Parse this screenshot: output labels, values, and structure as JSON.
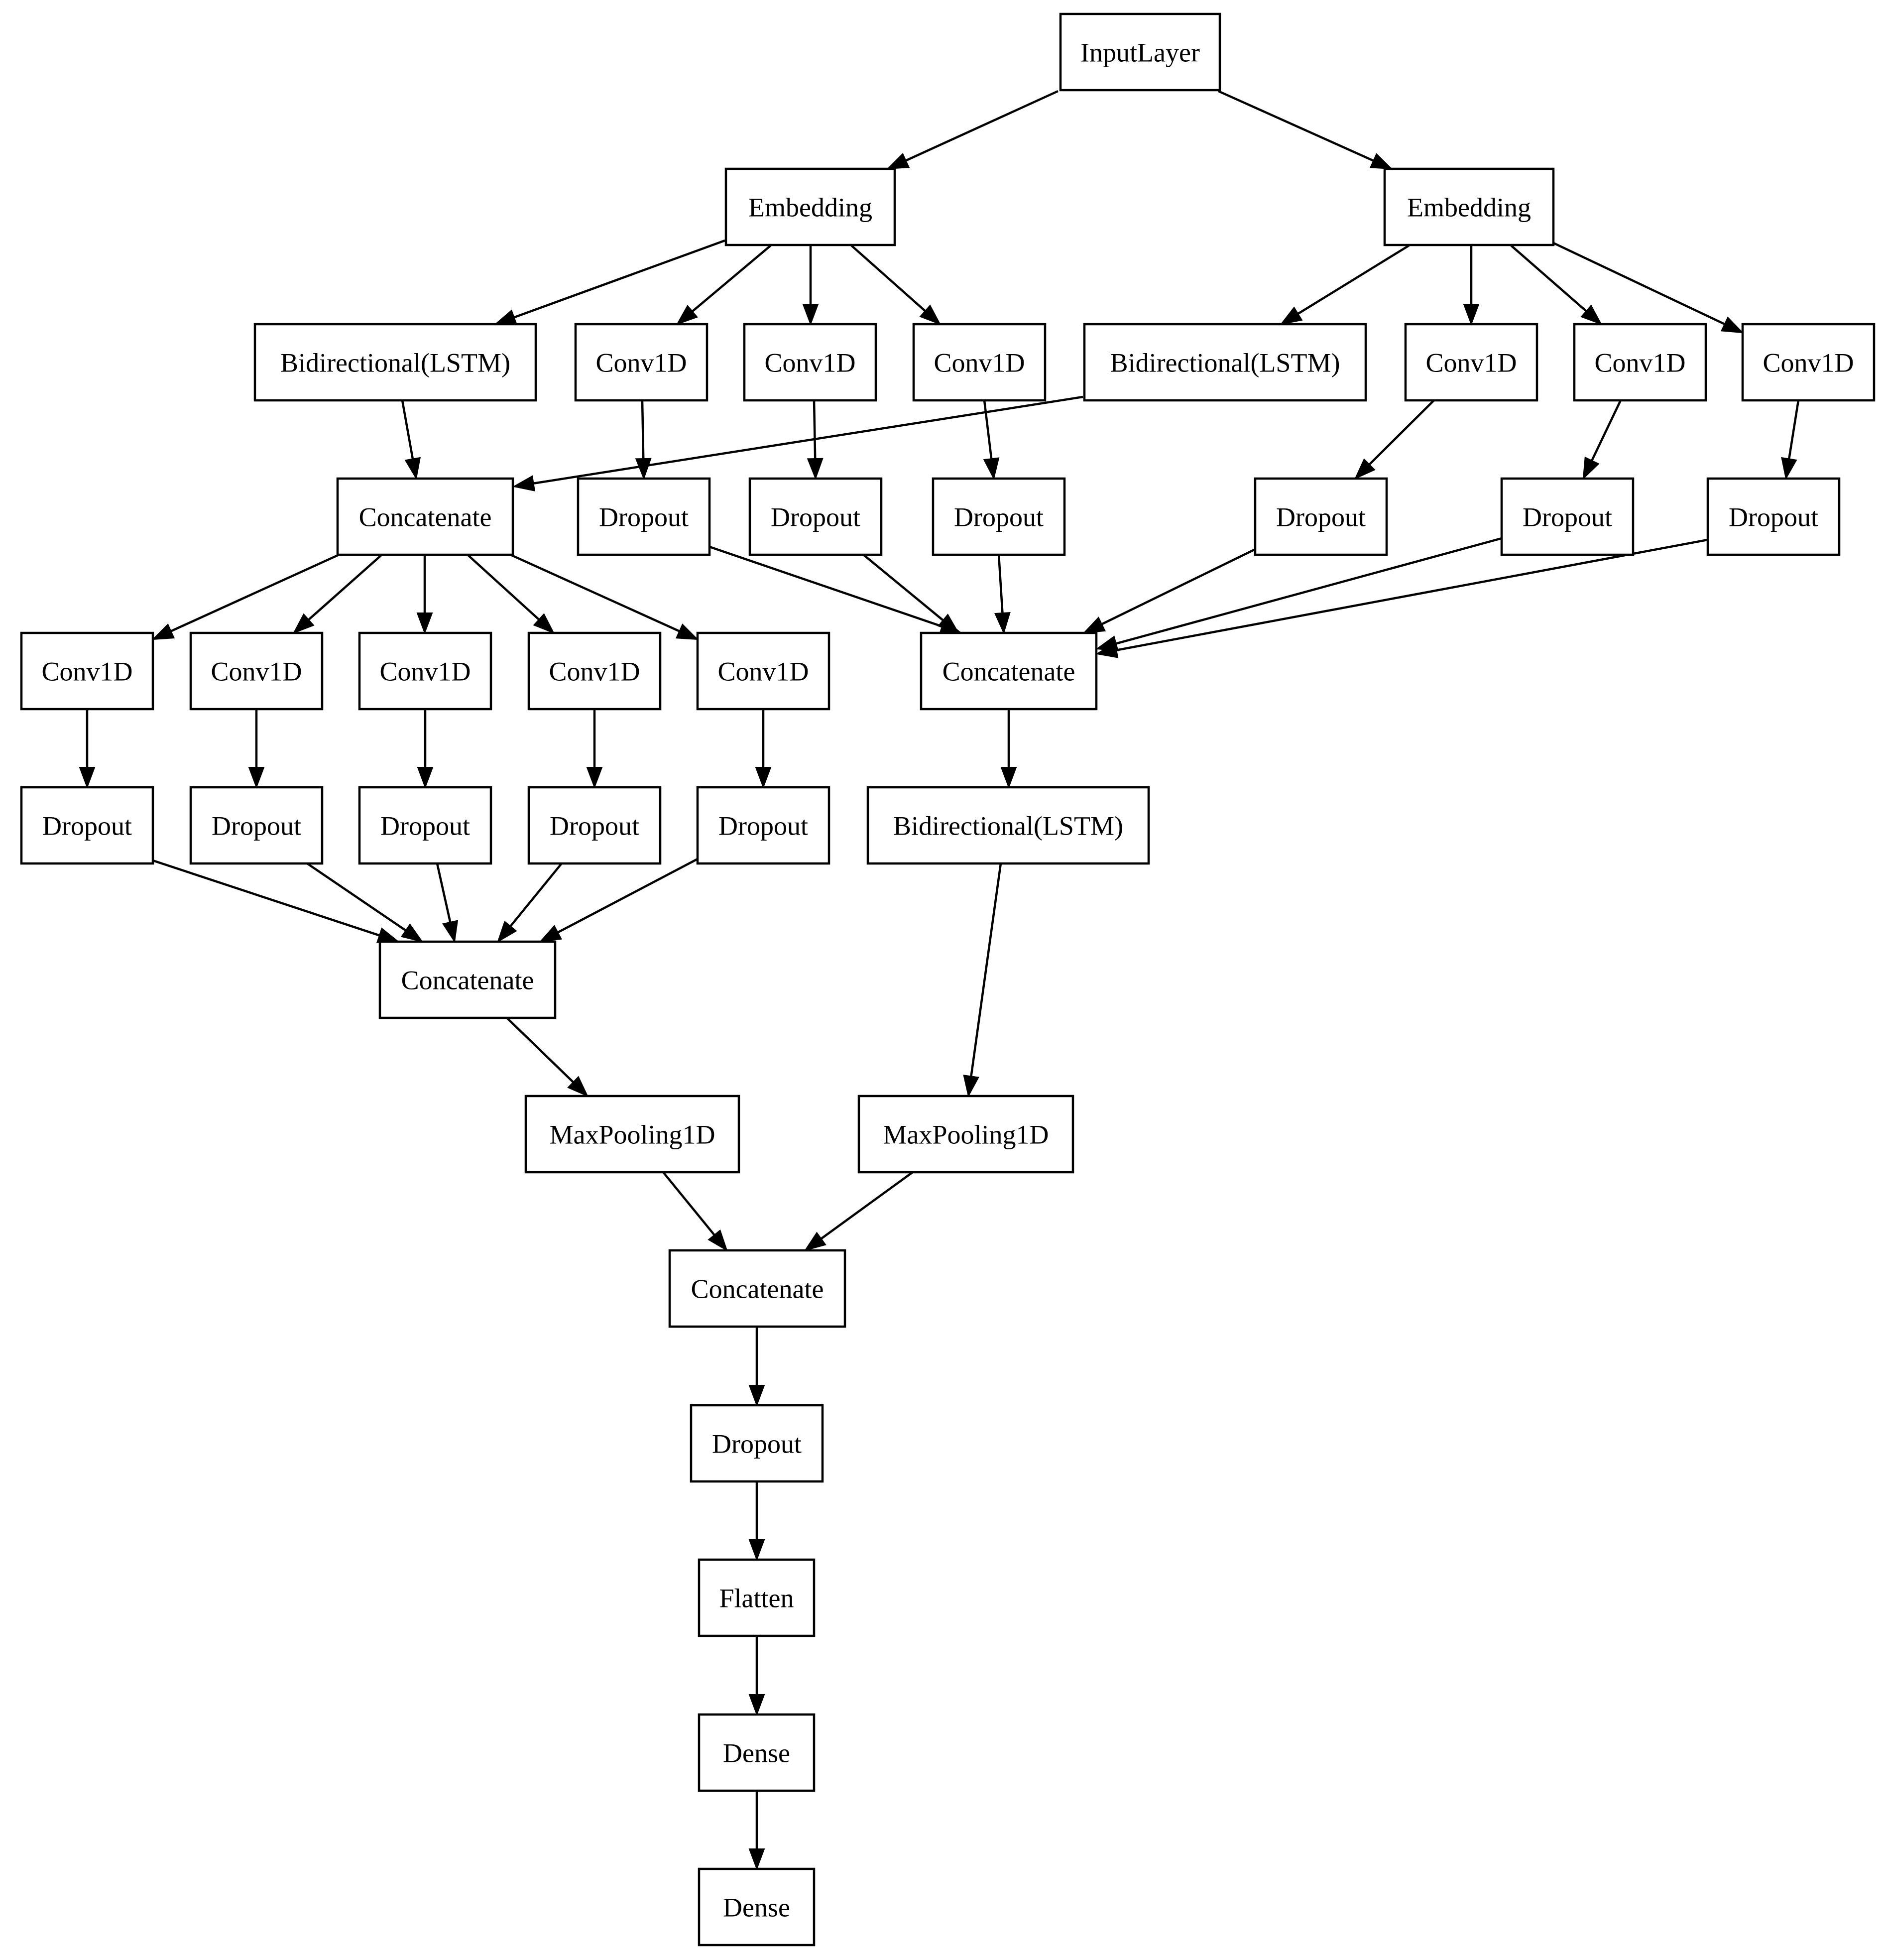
{
  "diagram": {
    "nodes": [
      {
        "id": "input",
        "label": "InputLayer"
      },
      {
        "id": "emb_left",
        "label": "Embedding"
      },
      {
        "id": "emb_right",
        "label": "Embedding"
      },
      {
        "id": "bilstm_1",
        "label": "Bidirectional(LSTM)"
      },
      {
        "id": "conv_a1",
        "label": "Conv1D"
      },
      {
        "id": "conv_a2",
        "label": "Conv1D"
      },
      {
        "id": "conv_a3",
        "label": "Conv1D"
      },
      {
        "id": "bilstm_2",
        "label": "Bidirectional(LSTM)"
      },
      {
        "id": "conv_b1",
        "label": "Conv1D"
      },
      {
        "id": "conv_b2",
        "label": "Conv1D"
      },
      {
        "id": "conv_b3",
        "label": "Conv1D"
      },
      {
        "id": "concat_1",
        "label": "Concatenate"
      },
      {
        "id": "drop_a1",
        "label": "Dropout"
      },
      {
        "id": "drop_a2",
        "label": "Dropout"
      },
      {
        "id": "drop_a3",
        "label": "Dropout"
      },
      {
        "id": "drop_b1",
        "label": "Dropout"
      },
      {
        "id": "drop_b2",
        "label": "Dropout"
      },
      {
        "id": "drop_b3",
        "label": "Dropout"
      },
      {
        "id": "conv_c1",
        "label": "Conv1D"
      },
      {
        "id": "conv_c2",
        "label": "Conv1D"
      },
      {
        "id": "conv_c3",
        "label": "Conv1D"
      },
      {
        "id": "conv_c4",
        "label": "Conv1D"
      },
      {
        "id": "conv_c5",
        "label": "Conv1D"
      },
      {
        "id": "concat_2",
        "label": "Concatenate"
      },
      {
        "id": "drop_c1",
        "label": "Dropout"
      },
      {
        "id": "drop_c2",
        "label": "Dropout"
      },
      {
        "id": "drop_c3",
        "label": "Dropout"
      },
      {
        "id": "drop_c4",
        "label": "Dropout"
      },
      {
        "id": "drop_c5",
        "label": "Dropout"
      },
      {
        "id": "bilstm_3",
        "label": "Bidirectional(LSTM)"
      },
      {
        "id": "concat_3",
        "label": "Concatenate"
      },
      {
        "id": "maxpool_1",
        "label": "MaxPooling1D"
      },
      {
        "id": "maxpool_2",
        "label": "MaxPooling1D"
      },
      {
        "id": "concat_4",
        "label": "Concatenate"
      },
      {
        "id": "drop_final",
        "label": "Dropout"
      },
      {
        "id": "flatten",
        "label": "Flatten"
      },
      {
        "id": "dense_1",
        "label": "Dense"
      },
      {
        "id": "dense_2",
        "label": "Dense"
      }
    ],
    "edges": [
      {
        "from": "input",
        "to": "emb_left"
      },
      {
        "from": "input",
        "to": "emb_right"
      },
      {
        "from": "emb_left",
        "to": "bilstm_1"
      },
      {
        "from": "emb_left",
        "to": "conv_a1"
      },
      {
        "from": "emb_left",
        "to": "conv_a2"
      },
      {
        "from": "emb_left",
        "to": "conv_a3"
      },
      {
        "from": "emb_right",
        "to": "bilstm_2"
      },
      {
        "from": "emb_right",
        "to": "conv_b1"
      },
      {
        "from": "emb_right",
        "to": "conv_b2"
      },
      {
        "from": "emb_right",
        "to": "conv_b3"
      },
      {
        "from": "bilstm_1",
        "to": "concat_1"
      },
      {
        "from": "bilstm_2",
        "to": "concat_1"
      },
      {
        "from": "conv_a1",
        "to": "drop_a1"
      },
      {
        "from": "conv_a2",
        "to": "drop_a2"
      },
      {
        "from": "conv_a3",
        "to": "drop_a3"
      },
      {
        "from": "conv_b1",
        "to": "drop_b1"
      },
      {
        "from": "conv_b2",
        "to": "drop_b2"
      },
      {
        "from": "conv_b3",
        "to": "drop_b3"
      },
      {
        "from": "concat_1",
        "to": "conv_c1"
      },
      {
        "from": "concat_1",
        "to": "conv_c2"
      },
      {
        "from": "concat_1",
        "to": "conv_c3"
      },
      {
        "from": "concat_1",
        "to": "conv_c4"
      },
      {
        "from": "concat_1",
        "to": "conv_c5"
      },
      {
        "from": "drop_a1",
        "to": "concat_2"
      },
      {
        "from": "drop_a2",
        "to": "concat_2"
      },
      {
        "from": "drop_a3",
        "to": "concat_2"
      },
      {
        "from": "drop_b1",
        "to": "concat_2"
      },
      {
        "from": "drop_b2",
        "to": "concat_2"
      },
      {
        "from": "drop_b3",
        "to": "concat_2"
      },
      {
        "from": "conv_c1",
        "to": "drop_c1"
      },
      {
        "from": "conv_c2",
        "to": "drop_c2"
      },
      {
        "from": "conv_c3",
        "to": "drop_c3"
      },
      {
        "from": "conv_c4",
        "to": "drop_c4"
      },
      {
        "from": "conv_c5",
        "to": "drop_c5"
      },
      {
        "from": "concat_2",
        "to": "bilstm_3"
      },
      {
        "from": "drop_c1",
        "to": "concat_3"
      },
      {
        "from": "drop_c2",
        "to": "concat_3"
      },
      {
        "from": "drop_c3",
        "to": "concat_3"
      },
      {
        "from": "drop_c4",
        "to": "concat_3"
      },
      {
        "from": "drop_c5",
        "to": "concat_3"
      },
      {
        "from": "concat_3",
        "to": "maxpool_1"
      },
      {
        "from": "bilstm_3",
        "to": "maxpool_2"
      },
      {
        "from": "maxpool_1",
        "to": "concat_4"
      },
      {
        "from": "maxpool_2",
        "to": "concat_4"
      },
      {
        "from": "concat_4",
        "to": "drop_final"
      },
      {
        "from": "drop_final",
        "to": "flatten"
      },
      {
        "from": "flatten",
        "to": "dense_1"
      },
      {
        "from": "dense_1",
        "to": "dense_2"
      }
    ]
  }
}
